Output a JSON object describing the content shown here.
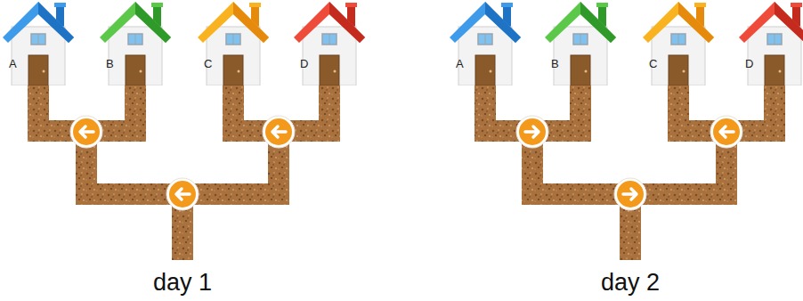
{
  "diagram": {
    "nodes": [
      {
        "text": [
          "A"
        ]
      },
      {
        "text": [
          "B"
        ]
      },
      {
        "text": [
          "C"
        ]
      },
      {
        "text": [
          "D"
        ]
      },
      {
        "text": [
          "A"
        ]
      },
      {
        "text": [
          "B"
        ]
      },
      {
        "text": [
          "C"
        ]
      },
      {
        "text": [
          "D"
        ]
      }
    ],
    "labels": [
      "day 1",
      "day 2"
    ]
  }
}
